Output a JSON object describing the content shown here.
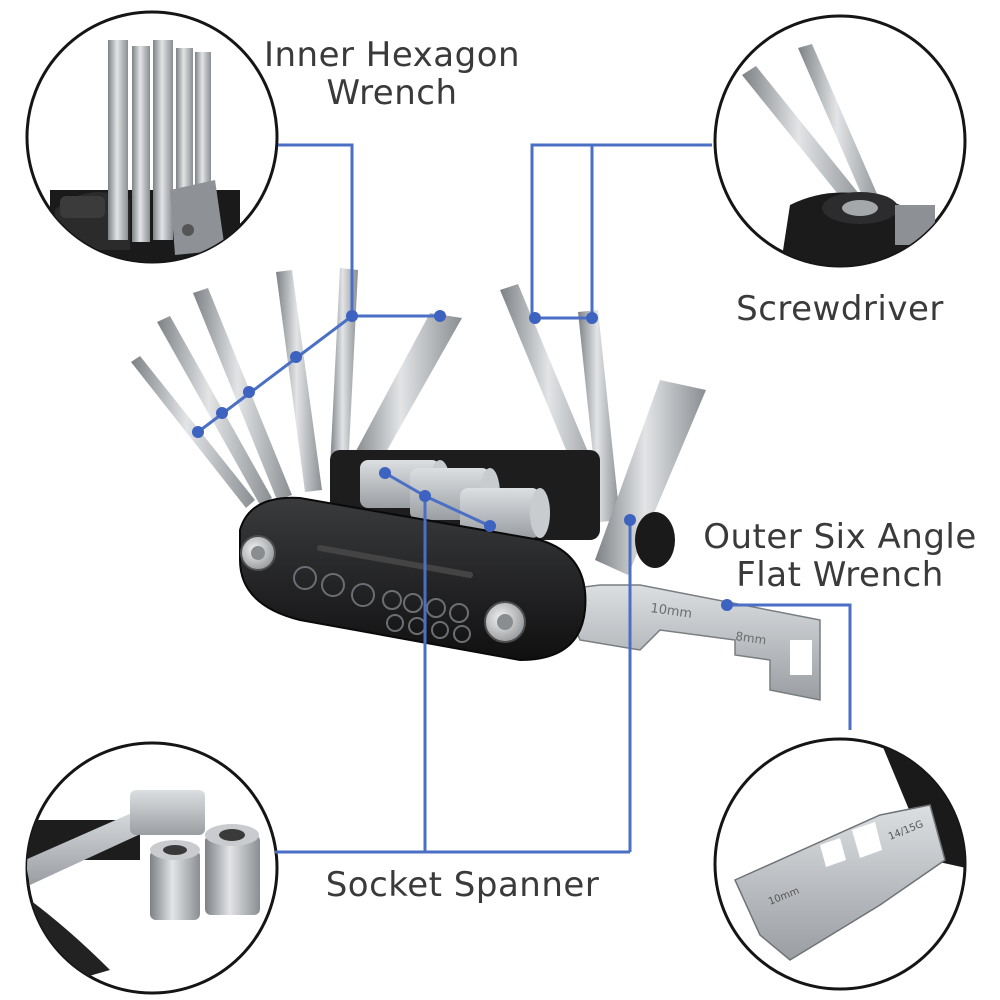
{
  "labels": {
    "inner_hex": "Inner Hexagon\nWrench",
    "screwdriver": "Screwdriver",
    "outer_six": "Outer Six Angle\nFlat Wrench",
    "socket": "Socket Spanner"
  },
  "stamps": {
    "wrench_10mm": "10mm",
    "wrench_8mm": "8mm",
    "spoke_key": "14/15G"
  },
  "colors": {
    "callout_line": "#4a6fc4",
    "callout_dot": "#3d62c0",
    "label_text": "#3a3a3a",
    "steel": "#b9bcbf",
    "body_black": "#1b1b1c"
  }
}
